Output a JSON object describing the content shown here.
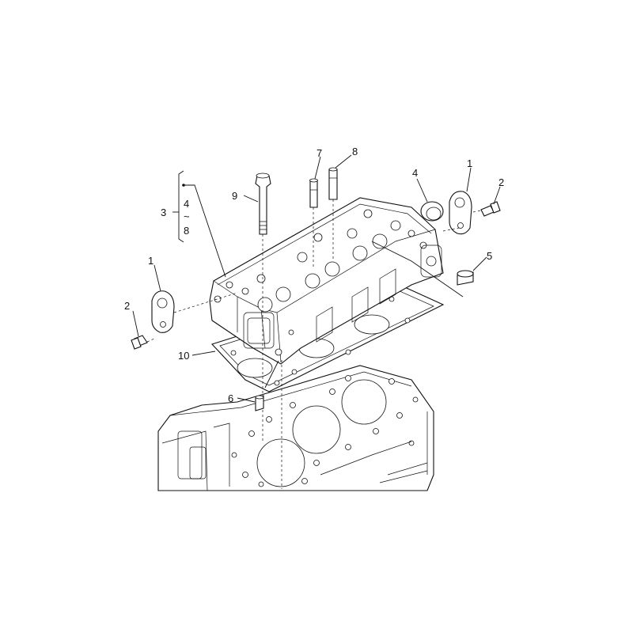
{
  "callouts": {
    "c1_left": "1",
    "c1_right": "1",
    "c2_left": "2",
    "c2_right": "2",
    "c3": "3",
    "c3_from": "4",
    "c3_tilde": "~",
    "c3_to": "8",
    "c4": "4",
    "c5": "5",
    "c6": "6",
    "c7": "7",
    "c8": "8",
    "c9": "9",
    "c10": "10"
  }
}
